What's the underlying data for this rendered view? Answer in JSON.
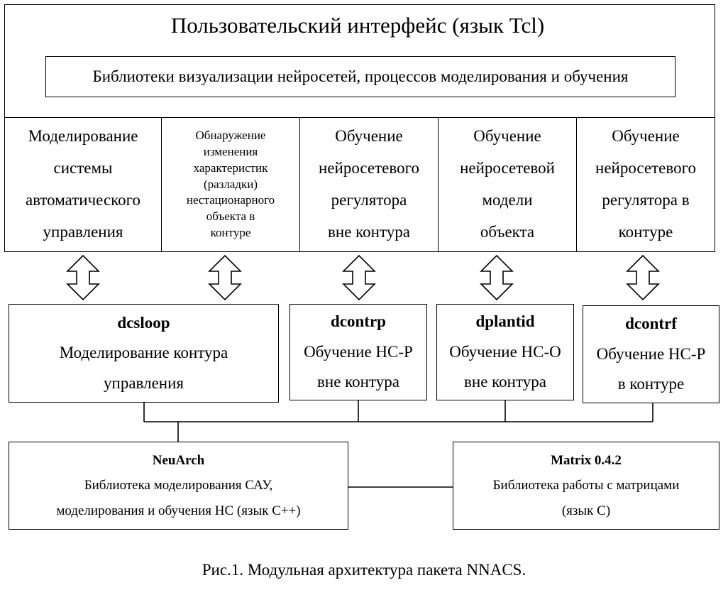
{
  "header": {
    "title": "Пользовательский интерфейс (язык Tcl)",
    "libraries": "Библиотеки визуализации нейросетей, процессов моделирования и обучения"
  },
  "functions": [
    {
      "lines": [
        "Моделирование",
        "системы",
        "автоматического",
        "управления"
      ]
    },
    {
      "lines": [
        "Обнаружение",
        "изменения",
        "характеристик",
        "(разладки)",
        "нестационарного",
        "объекта в",
        "контуре"
      ]
    },
    {
      "lines": [
        "Обучение",
        "нейросетевого",
        "регулятора",
        "вне контура"
      ]
    },
    {
      "lines": [
        "Обучение",
        "нейросетевой",
        "модели",
        "объекта"
      ]
    },
    {
      "lines": [
        "Обучение",
        "нейросетевого",
        "регулятора в",
        "контуре"
      ]
    }
  ],
  "modules": [
    {
      "name": "dcsloop",
      "lines": [
        "Моделирование контура",
        "управления"
      ]
    },
    {
      "name": "dcontrp",
      "lines": [
        "Обучение НС-Р",
        "вне контура"
      ]
    },
    {
      "name": "dplantid",
      "lines": [
        "Обучение НС-О",
        "вне контура"
      ]
    },
    {
      "name": "dcontrf",
      "lines": [
        "Обучение НС-Р",
        "в контуре"
      ]
    }
  ],
  "libs": [
    {
      "name": "NeuArch",
      "lines": [
        "Библиотека моделирования САУ,",
        "моделирования и обучения НС (язык С++)"
      ]
    },
    {
      "name": "Matrix 0.4.2",
      "lines": [
        "Библиотека работы с матрицами",
        "(язык С)"
      ]
    }
  ],
  "caption": "Рис.1. Модульная архитектура пакета NNACS."
}
